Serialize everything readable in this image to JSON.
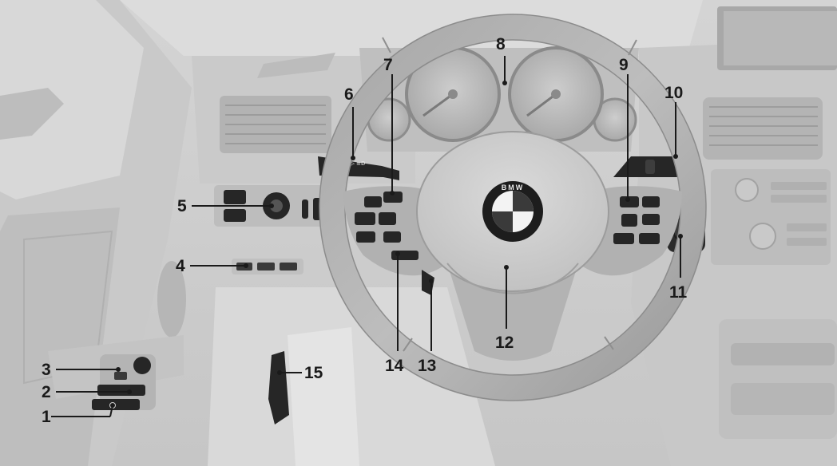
{
  "figure": {
    "callouts": [
      {
        "id": 1,
        "label": "1"
      },
      {
        "id": 2,
        "label": "2"
      },
      {
        "id": 3,
        "label": "3"
      },
      {
        "id": 4,
        "label": "4"
      },
      {
        "id": 5,
        "label": "5"
      },
      {
        "id": 6,
        "label": "6"
      },
      {
        "id": 7,
        "label": "7"
      },
      {
        "id": 8,
        "label": "8"
      },
      {
        "id": 9,
        "label": "9"
      },
      {
        "id": 10,
        "label": "10"
      },
      {
        "id": 11,
        "label": "11"
      },
      {
        "id": 12,
        "label": "12"
      },
      {
        "id": 13,
        "label": "13"
      },
      {
        "id": 14,
        "label": "14"
      },
      {
        "id": 15,
        "label": "15"
      }
    ],
    "logo_text": "BMW",
    "colors": {
      "background": "#ffffff",
      "interior": "#cfcfcf",
      "controls": "#262626",
      "callout": "#1a1a1a",
      "logo_blue": "#3a3a3a"
    }
  }
}
